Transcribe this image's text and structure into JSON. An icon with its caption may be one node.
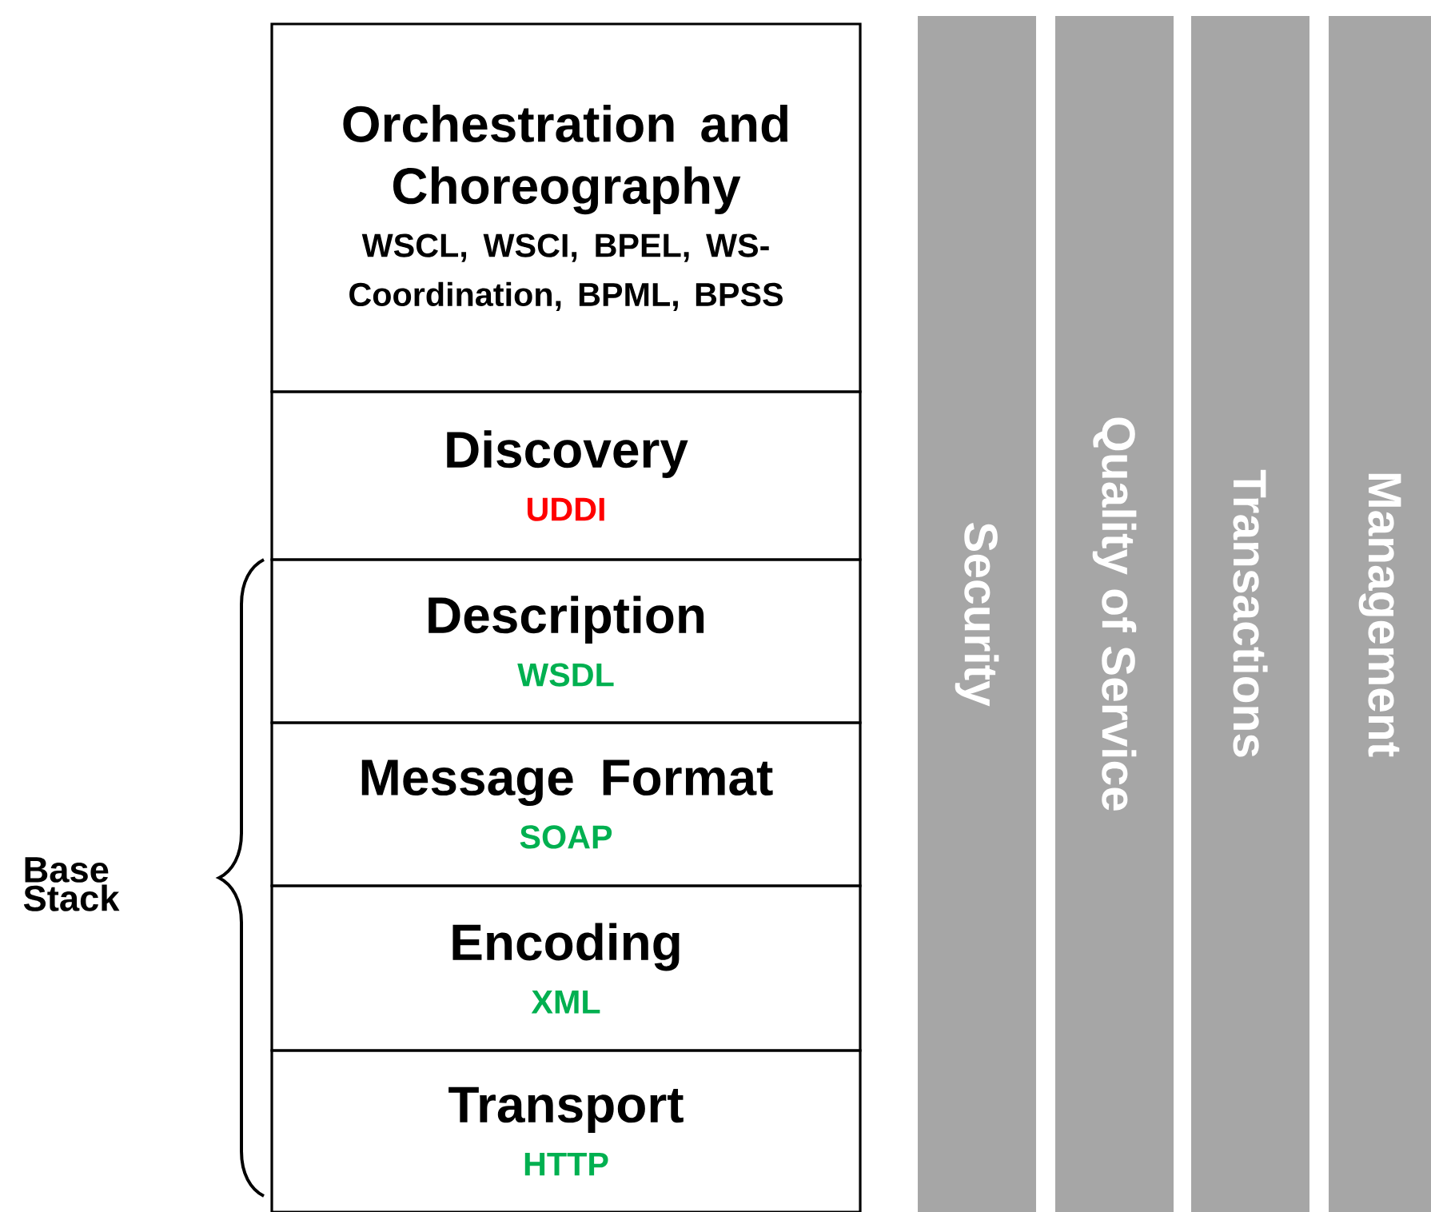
{
  "diagram": {
    "nodes": [
      {
        "text": [
          "Orchestration and Choreography",
          "WSCL, WSCI, BPEL, WS-Coordination, BPML, BPSS"
        ]
      },
      {
        "text": [
          "Discovery",
          "UDDI"
        ]
      },
      {
        "text": [
          "Description",
          "WSDL"
        ]
      },
      {
        "text": [
          "Message Format",
          "SOAP"
        ]
      },
      {
        "text": [
          "Encoding",
          "XML"
        ]
      },
      {
        "text": [
          "Transport",
          "HTTP"
        ]
      },
      {
        "text": [
          "Security"
        ]
      },
      {
        "text": [
          "Quality of Service"
        ]
      },
      {
        "text": [
          "Transactions"
        ]
      },
      {
        "text": [
          "Management"
        ]
      }
    ],
    "edges": [],
    "labels": [
      "Base Stack"
    ]
  }
}
